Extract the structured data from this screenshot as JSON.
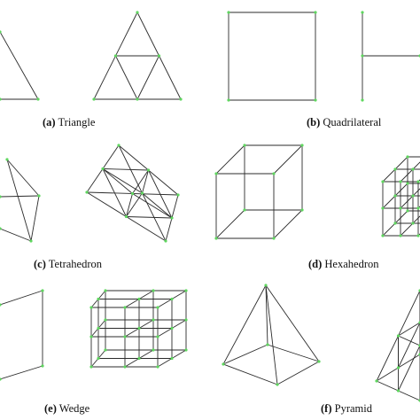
{
  "colors": {
    "edge": "#2b2b2b",
    "node": "#5fd65f",
    "background": "#ffffff"
  },
  "panels": [
    {
      "id": "triangle",
      "letter": "(a)",
      "name": "Triangle"
    },
    {
      "id": "quadrilateral",
      "letter": "(b)",
      "name": "Quadrilateral"
    },
    {
      "id": "tetrahedron",
      "letter": "(c)",
      "name": "Tetrahedron"
    },
    {
      "id": "hexahedron",
      "letter": "(d)",
      "name": "Hexahedron"
    },
    {
      "id": "wedge",
      "letter": "(e)",
      "name": "Wedge"
    },
    {
      "id": "pyramid",
      "letter": "(f)",
      "name": "Pyramid"
    }
  ]
}
